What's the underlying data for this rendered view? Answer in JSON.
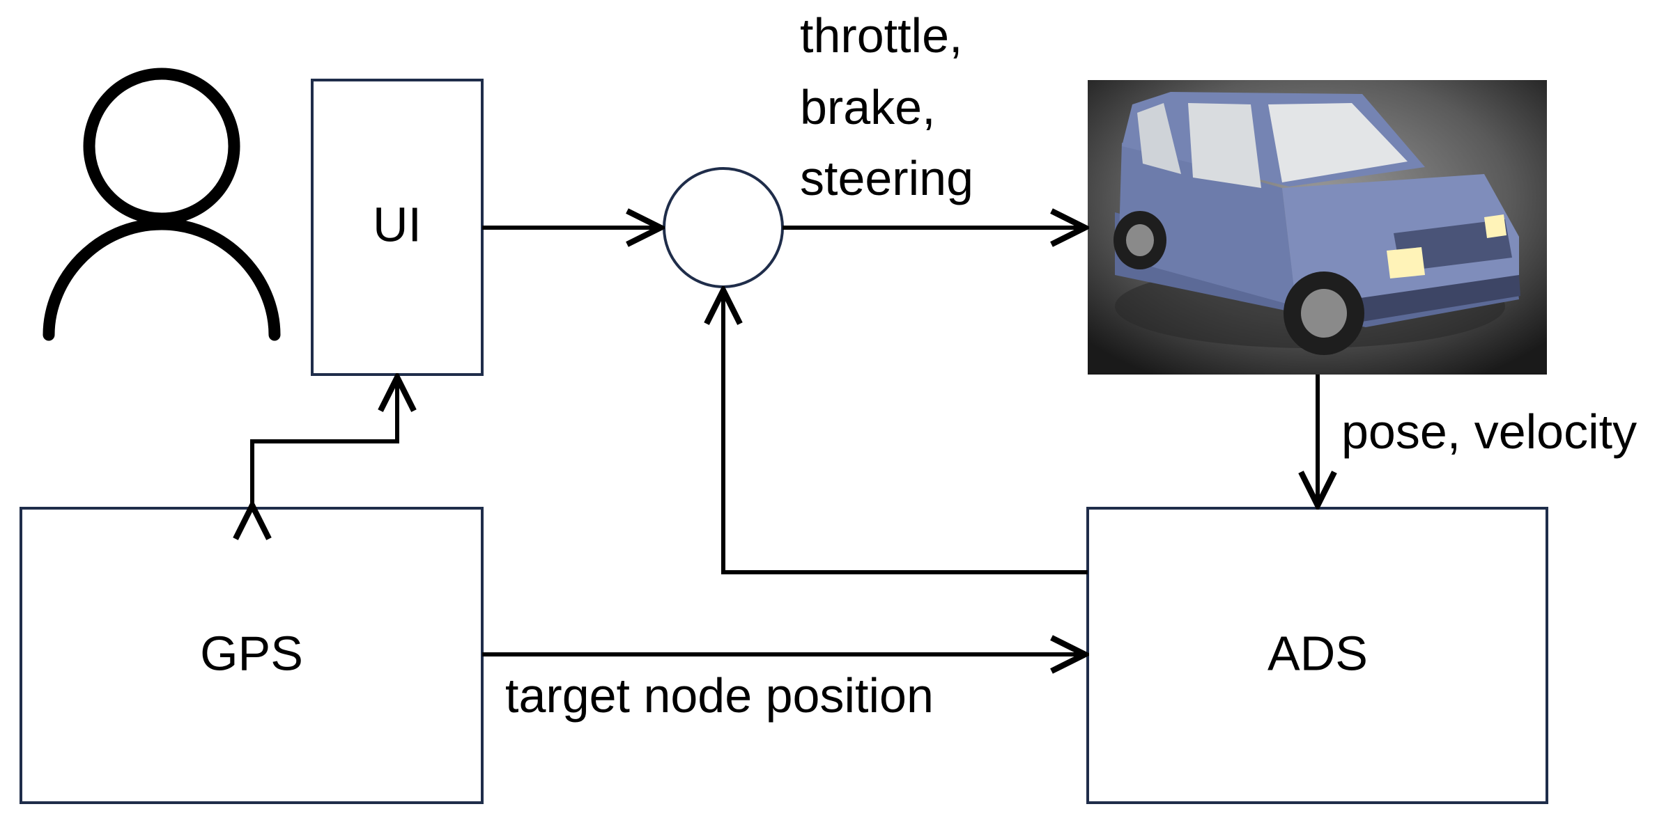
{
  "colors": {
    "box_stroke": "#1f2d4a",
    "wire": "#000000",
    "car_body": "#6f7fad",
    "background": "#ffffff"
  },
  "nodes": {
    "ui": {
      "label": "UI"
    },
    "gps": {
      "label": "GPS"
    },
    "ads": {
      "label": "ADS"
    },
    "user": {
      "icon": "user-icon"
    },
    "summing_junction": {
      "icon": "circle"
    },
    "vehicle": {
      "icon": "car-image"
    }
  },
  "edges": {
    "controls_label_line1": "throttle,",
    "controls_label_line2": "brake,",
    "controls_label_line3": "steering",
    "feedback_label": "pose, velocity",
    "target_label": "target node position"
  }
}
